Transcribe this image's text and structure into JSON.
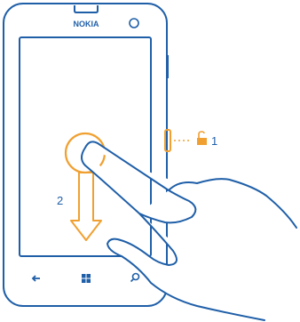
{
  "brand": "NOKIA",
  "steps": {
    "unlock_number": "1",
    "swipe_number": "2"
  },
  "icons": {
    "front_camera": "camera-dot-icon",
    "power_key": "power-key-icon",
    "unlock": "padlock-open-icon",
    "back": "back-arrow-icon",
    "start": "windows-start-icon",
    "search": "search-icon",
    "swipe": "swipe-down-arrow-icon",
    "touch": "touch-circle-icon",
    "hand": "hand-outline-icon"
  },
  "colors": {
    "outline": "#1f5fa8",
    "accent": "#f0a030",
    "background": "#ffffff"
  }
}
